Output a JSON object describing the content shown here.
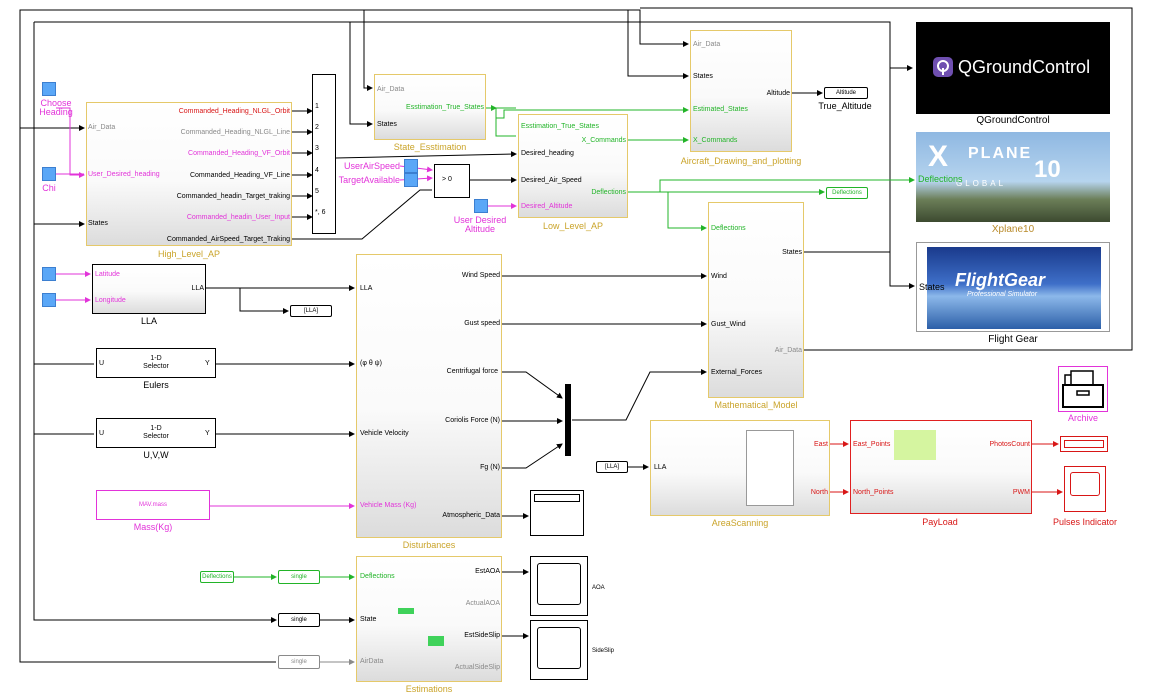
{
  "blocks": {
    "state_estimation": "State_Esstimation",
    "high_level_ap": "High_Level_AP",
    "low_level_ap": "Low_Level_AP",
    "aircraft_drawing": "Aircraft_Drawing_and_plotting",
    "lla": "LLA",
    "eulers": "Eulers",
    "uvw": "U,V,W",
    "mass": "Mass(Kg)",
    "disturbances": "Disturbances",
    "math_model": "Mathematical_Model",
    "area_scanning": "AreaScanning",
    "payload": "PayLoad",
    "estimations": "Estimations",
    "qgc": "QGroundControl",
    "xplane": "Xplane10",
    "flightgear": "Flight Gear",
    "archive": "Archive",
    "pulses": "Pulses Indicator",
    "true_altitude": "True_Altitude",
    "aoa": "AOA",
    "sideslip": "SideSlip"
  },
  "inputs": {
    "choose_heading": "Choose Heading",
    "chi": "Chi",
    "user_airspeed": "UserAirSpeed",
    "target_available": "TargetAvailable",
    "user_desired_altitude": "User Desired Altitude"
  },
  "ports": {
    "air_data": "Air_Data",
    "states": "States",
    "estimation_true_states": "Esstimation_True_States",
    "estimation_true_states2": "Esstimation_True_States",
    "estimated_states": "Estimated_States",
    "x_commands_in": "X_Commands",
    "x_commands_out": "X_Commands",
    "altitude": "Altitude",
    "desired_heading": "Desired_heading",
    "desired_air_speed": "Desired_Air_Speed",
    "desired_altitude": "Desired_Altitude",
    "deflections": "Deflections",
    "user_desired_heading": "User_Desired_heading",
    "hl_out1": "Commanded_Heading_NLGL_Orbit",
    "hl_out2": "Commanded_Heading_NLGL_Line",
    "hl_out3": "Commanded_Heading_VF_Orbit",
    "hl_out4": "Commanded_Heading_VF_Line",
    "hl_out5": "Commanded_headin_Target_traking",
    "hl_out6": "Commanded_headin_User_Input",
    "hl_out7": "Commanded_AirSpeed_Target_Traking",
    "latitude": "Latitude",
    "longitude": "Longitude",
    "lla_out": "LLA",
    "lla_in": "LLA",
    "euler_in": "(φ θ ψ)",
    "vehicle_velocity": "Vehicle Velocity",
    "vehicle_mass": "Vehicle Mass (Kg)",
    "wind_speed": "Wind Speed",
    "gust_speed": "Gust speed",
    "centrifugal": "Centrifugal force",
    "coriolis": "Coriolis Force (N)",
    "fg": "Fg (N)",
    "atmospheric": "Atmospheric_Data",
    "mm_deflections": "Deflections",
    "mm_wind": "Wind",
    "mm_gust": "Gust_Wind",
    "mm_ext": "External_Forces",
    "mm_states": "States",
    "mm_air": "Air_Data",
    "as_lla": "LLA",
    "east": "East",
    "north": "North",
    "east_points": "East_Points",
    "north_points": "North_Points",
    "photos_count": "PhotosCount",
    "pwm": "PWM",
    "est_deflections": "Deflections",
    "est_state": "State",
    "est_airdata": "AirData",
    "est_aoa": "EstAOA",
    "actual_aoa": "ActualAOA",
    "est_sideslip": "EstSideSlip",
    "actual_sideslip": "ActualSideSlip",
    "fg_states": "States",
    "xp_deflections": "Deflections",
    "sel_u": "U",
    "sel_y": "Y",
    "sel_u2": "U",
    "sel_y2": "Y",
    "selector_line1": "1-D",
    "selector_line2": "Selector",
    "selector2_line1": "1-D",
    "selector2_line2": "Selector",
    "switch_thresh": "> 0"
  },
  "multiport": [
    "1",
    "2",
    "3",
    "4",
    "5",
    "*, 6"
  ],
  "tags": {
    "altitude_goto": "Altitude",
    "deflections_goto": "Deflections",
    "lla_goto": "[LLA]",
    "lla_from": "[LLA]",
    "deflections_from": "Deflections",
    "single1": "single",
    "single2": "single",
    "single3": "single",
    "mav_mass": "MAV.mass"
  },
  "logos": {
    "qgc_text": "QGroundControl",
    "xplane_text": "PLANE",
    "xplane_num": "10",
    "xplane_global": "GLOBAL",
    "fg_text": "FlightGear",
    "fg_sub": "Professional Simulator"
  }
}
